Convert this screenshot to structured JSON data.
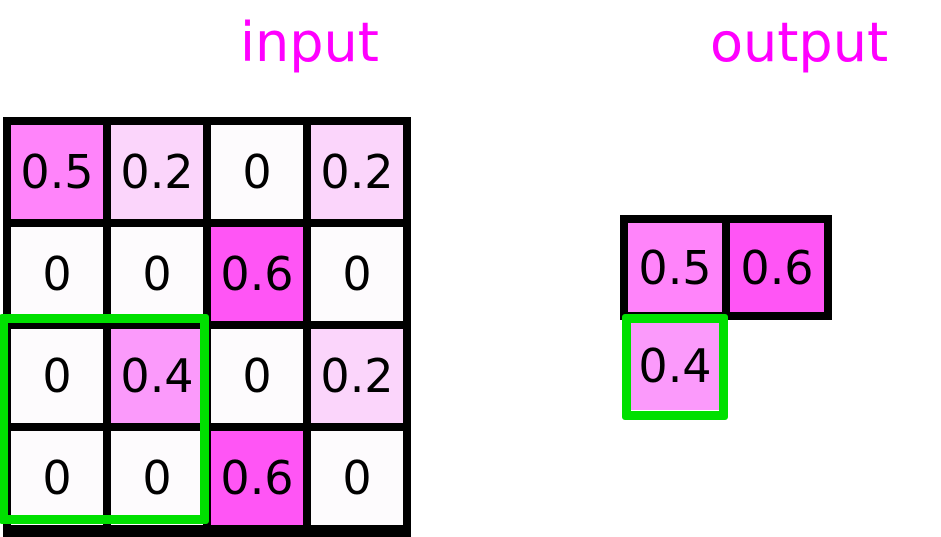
{
  "labels": {
    "input": "input",
    "output": "output"
  },
  "colors": {
    "label_color": "#ff00ff",
    "highlight_green": "#00e000",
    "grid_line": "#000000",
    "zero_cell": "#fdfbfd",
    "v02": "#fbd5fb",
    "v04": "#fb9afb",
    "v05": "#ff84fa",
    "v06": "#ff55f5"
  },
  "chart_data": {
    "type": "heatmap",
    "title": "input / output attention-pooling grids",
    "grid_on": true,
    "legend_position": "none",
    "xlabel": "",
    "ylabel": "",
    "panels": [
      {
        "name": "input",
        "label": "input",
        "rows": 4,
        "cols": 4,
        "values": [
          [
            0.5,
            0.2,
            0,
            0.2
          ],
          [
            0,
            0,
            0.6,
            0
          ],
          [
            0,
            0.4,
            0,
            0.2
          ],
          [
            0,
            0,
            0.6,
            0
          ]
        ],
        "cell_text": [
          [
            "0.5",
            "0.2",
            "0",
            "0.2"
          ],
          [
            "0",
            "0",
            "0.6",
            "0"
          ],
          [
            "0",
            "0.4",
            "0",
            "0.2"
          ],
          [
            "0",
            "0",
            "0.6",
            "0"
          ]
        ],
        "highlight": {
          "row_start": 2,
          "row_end": 3,
          "col_start": 0,
          "col_end": 1,
          "color": "#00e000"
        }
      },
      {
        "name": "output",
        "label": "output",
        "rows": 2,
        "cols": 2,
        "values": [
          [
            0.5,
            0.6
          ],
          [
            0.4,
            null
          ]
        ],
        "cell_text": [
          [
            "0.5",
            "0.6"
          ],
          [
            "0.4",
            ""
          ]
        ],
        "highlight": {
          "row_start": 1,
          "row_end": 1,
          "col_start": 0,
          "col_end": 0,
          "color": "#00e000"
        }
      }
    ]
  },
  "input_grid": {
    "rows": [
      {
        "cells": [
          {
            "text": "0.5",
            "color": "#ff84fa"
          },
          {
            "text": "0.2",
            "color": "#fbd5fb"
          },
          {
            "text": "0",
            "color": "#fdfbfd"
          },
          {
            "text": "0.2",
            "color": "#fbd5fb"
          }
        ]
      },
      {
        "cells": [
          {
            "text": "0",
            "color": "#fdfbfd"
          },
          {
            "text": "0",
            "color": "#fdfbfd"
          },
          {
            "text": "0.6",
            "color": "#ff55f5"
          },
          {
            "text": "0",
            "color": "#fdfbfd"
          }
        ]
      },
      {
        "cells": [
          {
            "text": "0",
            "color": "#fdfbfd"
          },
          {
            "text": "0.4",
            "color": "#fb9afb"
          },
          {
            "text": "0",
            "color": "#fdfbfd"
          },
          {
            "text": "0.2",
            "color": "#fbd5fb"
          }
        ]
      },
      {
        "cells": [
          {
            "text": "0",
            "color": "#fdfbfd"
          },
          {
            "text": "0",
            "color": "#fdfbfd"
          },
          {
            "text": "0.6",
            "color": "#ff55f5"
          },
          {
            "text": "0",
            "color": "#fdfbfd"
          }
        ]
      }
    ]
  },
  "output_grid": {
    "top_row": {
      "cells": [
        {
          "text": "0.5",
          "color": "#ff84fa"
        },
        {
          "text": "0.6",
          "color": "#ff55f5"
        }
      ]
    },
    "bottom_row": {
      "cells": [
        {
          "text": "0.4",
          "color": "#fb9afb"
        }
      ]
    }
  }
}
